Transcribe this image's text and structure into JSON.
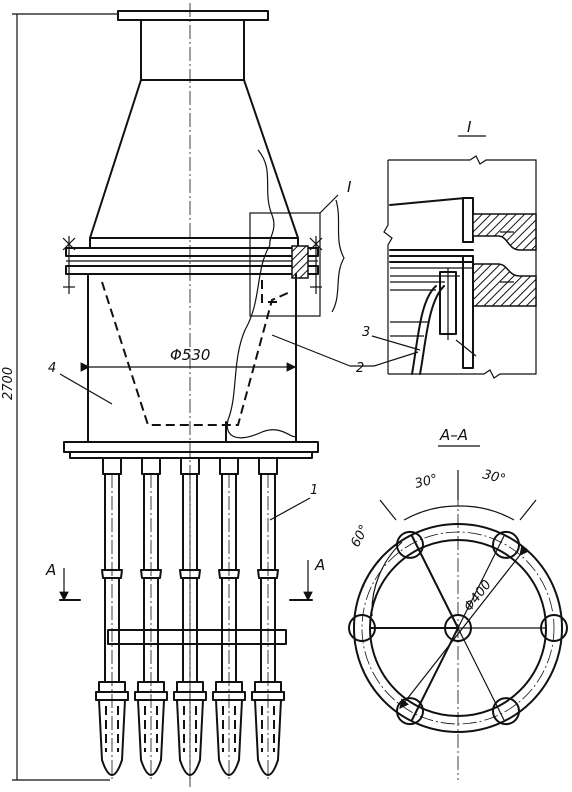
{
  "drawing": {
    "dimension_height": "2700",
    "dimension_diameter_body": "Φ530",
    "dimension_diameter_circle": "Φ400",
    "angle_left": "60°",
    "angle_top_left": "30°",
    "angle_top_right": "30°",
    "section_marker_left": "A",
    "section_marker_right": "A",
    "section_title": "A–A",
    "detail_marker": "I",
    "detail_title": "I",
    "callouts": {
      "one": "1",
      "two": "2",
      "three": "3",
      "four": "4"
    }
  }
}
